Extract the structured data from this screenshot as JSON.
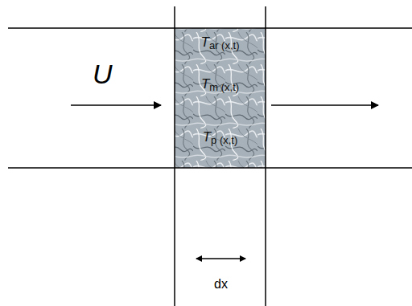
{
  "diagram": {
    "nodes": [
      {
        "text": [
          "Tar (x,t)",
          "Tm (x,t)",
          "Tp (x,t)"
        ]
      }
    ],
    "labels": [
      "U",
      "dx"
    ]
  }
}
